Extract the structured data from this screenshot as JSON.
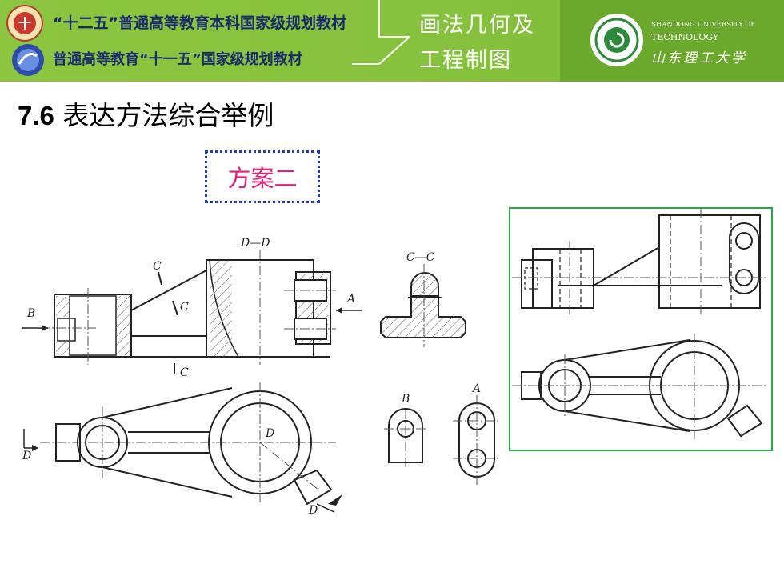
{
  "header": {
    "series_line1": "“十二五”普通高等教育本科国家级规划教材",
    "series_line2": "普通高等教育“十一五”国家级规划教材",
    "book_title_line1": "画法几何及",
    "book_title_line2": "工程制图",
    "university_en_line1": "SHANDONG UNIVERSITY OF",
    "university_en_line2": "TECHNOLOGY",
    "university_cn": "山东理工大学"
  },
  "slide": {
    "heading_number": "7.6",
    "heading_text": "表达方法综合举例",
    "scheme_label": "方案二"
  },
  "drawing_labels": {
    "section_dd": "D—D",
    "section_cc": "C—C",
    "cut_c_top": "C",
    "cut_c_mid": "C",
    "cut_c_bottom": "C",
    "arrow_b": "B",
    "arrow_a": "A",
    "cut_d_left": "D",
    "cut_d_center": "D",
    "cut_d_bottom": "D",
    "view_b": "B",
    "view_a": "A"
  },
  "colors": {
    "banner_green": "#86c13d",
    "title_navy": "#1a2a6a",
    "scheme_text": "#e0217a",
    "scheme_border": "#1f3cb5",
    "inset_border": "#2aa84a"
  }
}
